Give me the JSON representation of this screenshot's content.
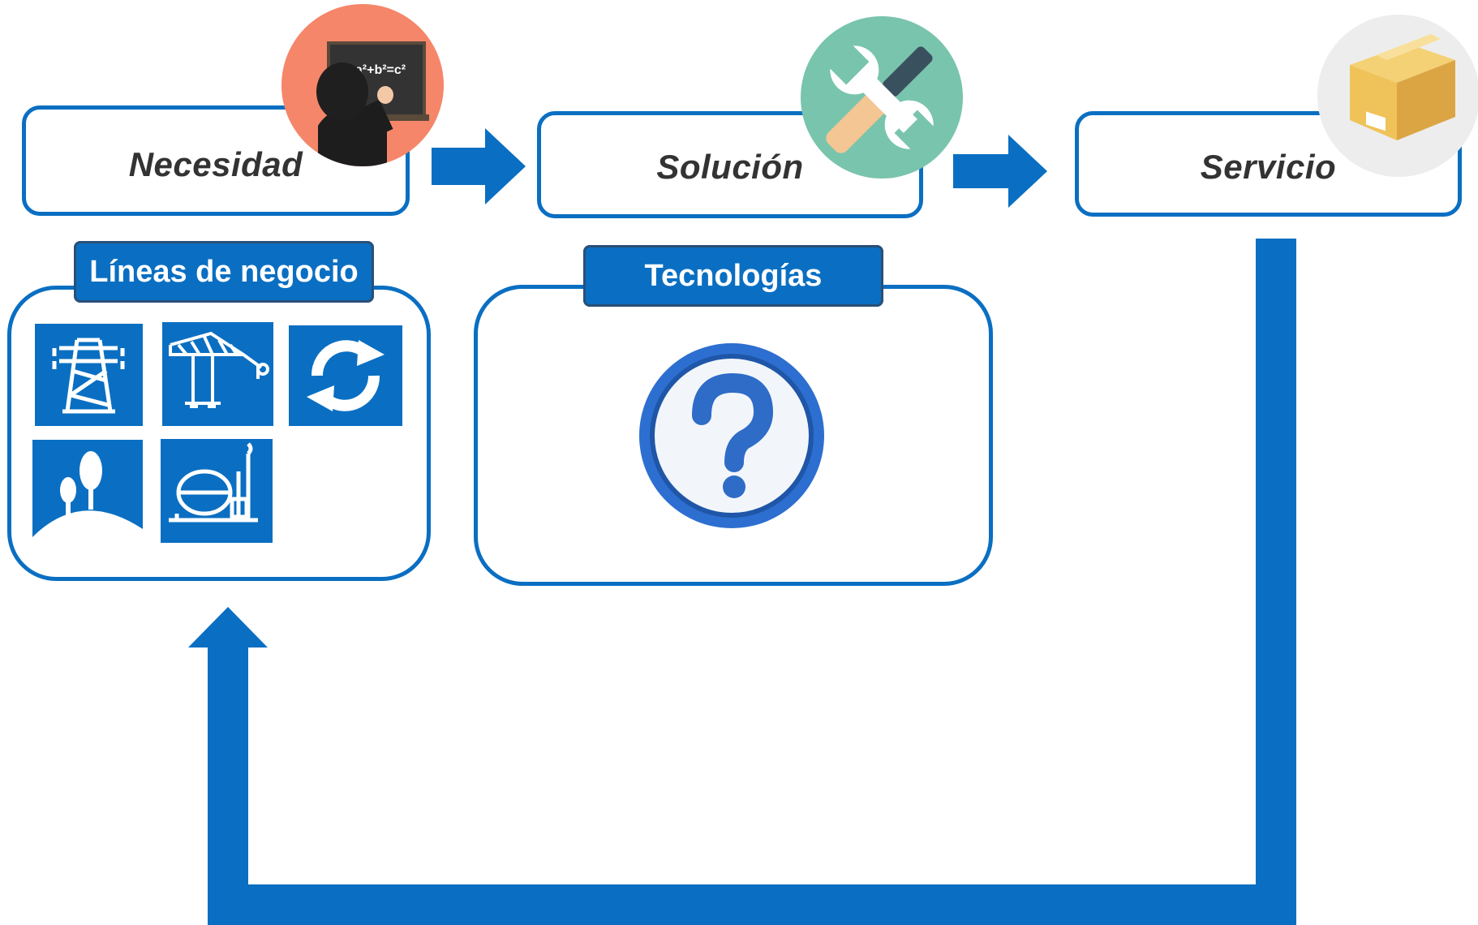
{
  "stages": [
    {
      "label": "Necesidad"
    },
    {
      "label": "Solución"
    },
    {
      "label": "Servicio"
    }
  ],
  "panels": {
    "business": {
      "title": "Líneas de negocio",
      "icons": [
        "power-tower-icon",
        "port-crane-icon",
        "refresh-cycle-icon",
        "landscape-tree-icon",
        "industrial-plant-icon"
      ]
    },
    "tech": {
      "title": "Tecnologías",
      "icon": "question-mark-icon"
    }
  },
  "equation": "a²+b²=c²",
  "colors": {
    "accent": "#0a6fc2",
    "teacher_bg": "#f5866a",
    "tools_bg": "#79c4ad",
    "box_bg": "#ededed",
    "package": "#efc35a"
  }
}
